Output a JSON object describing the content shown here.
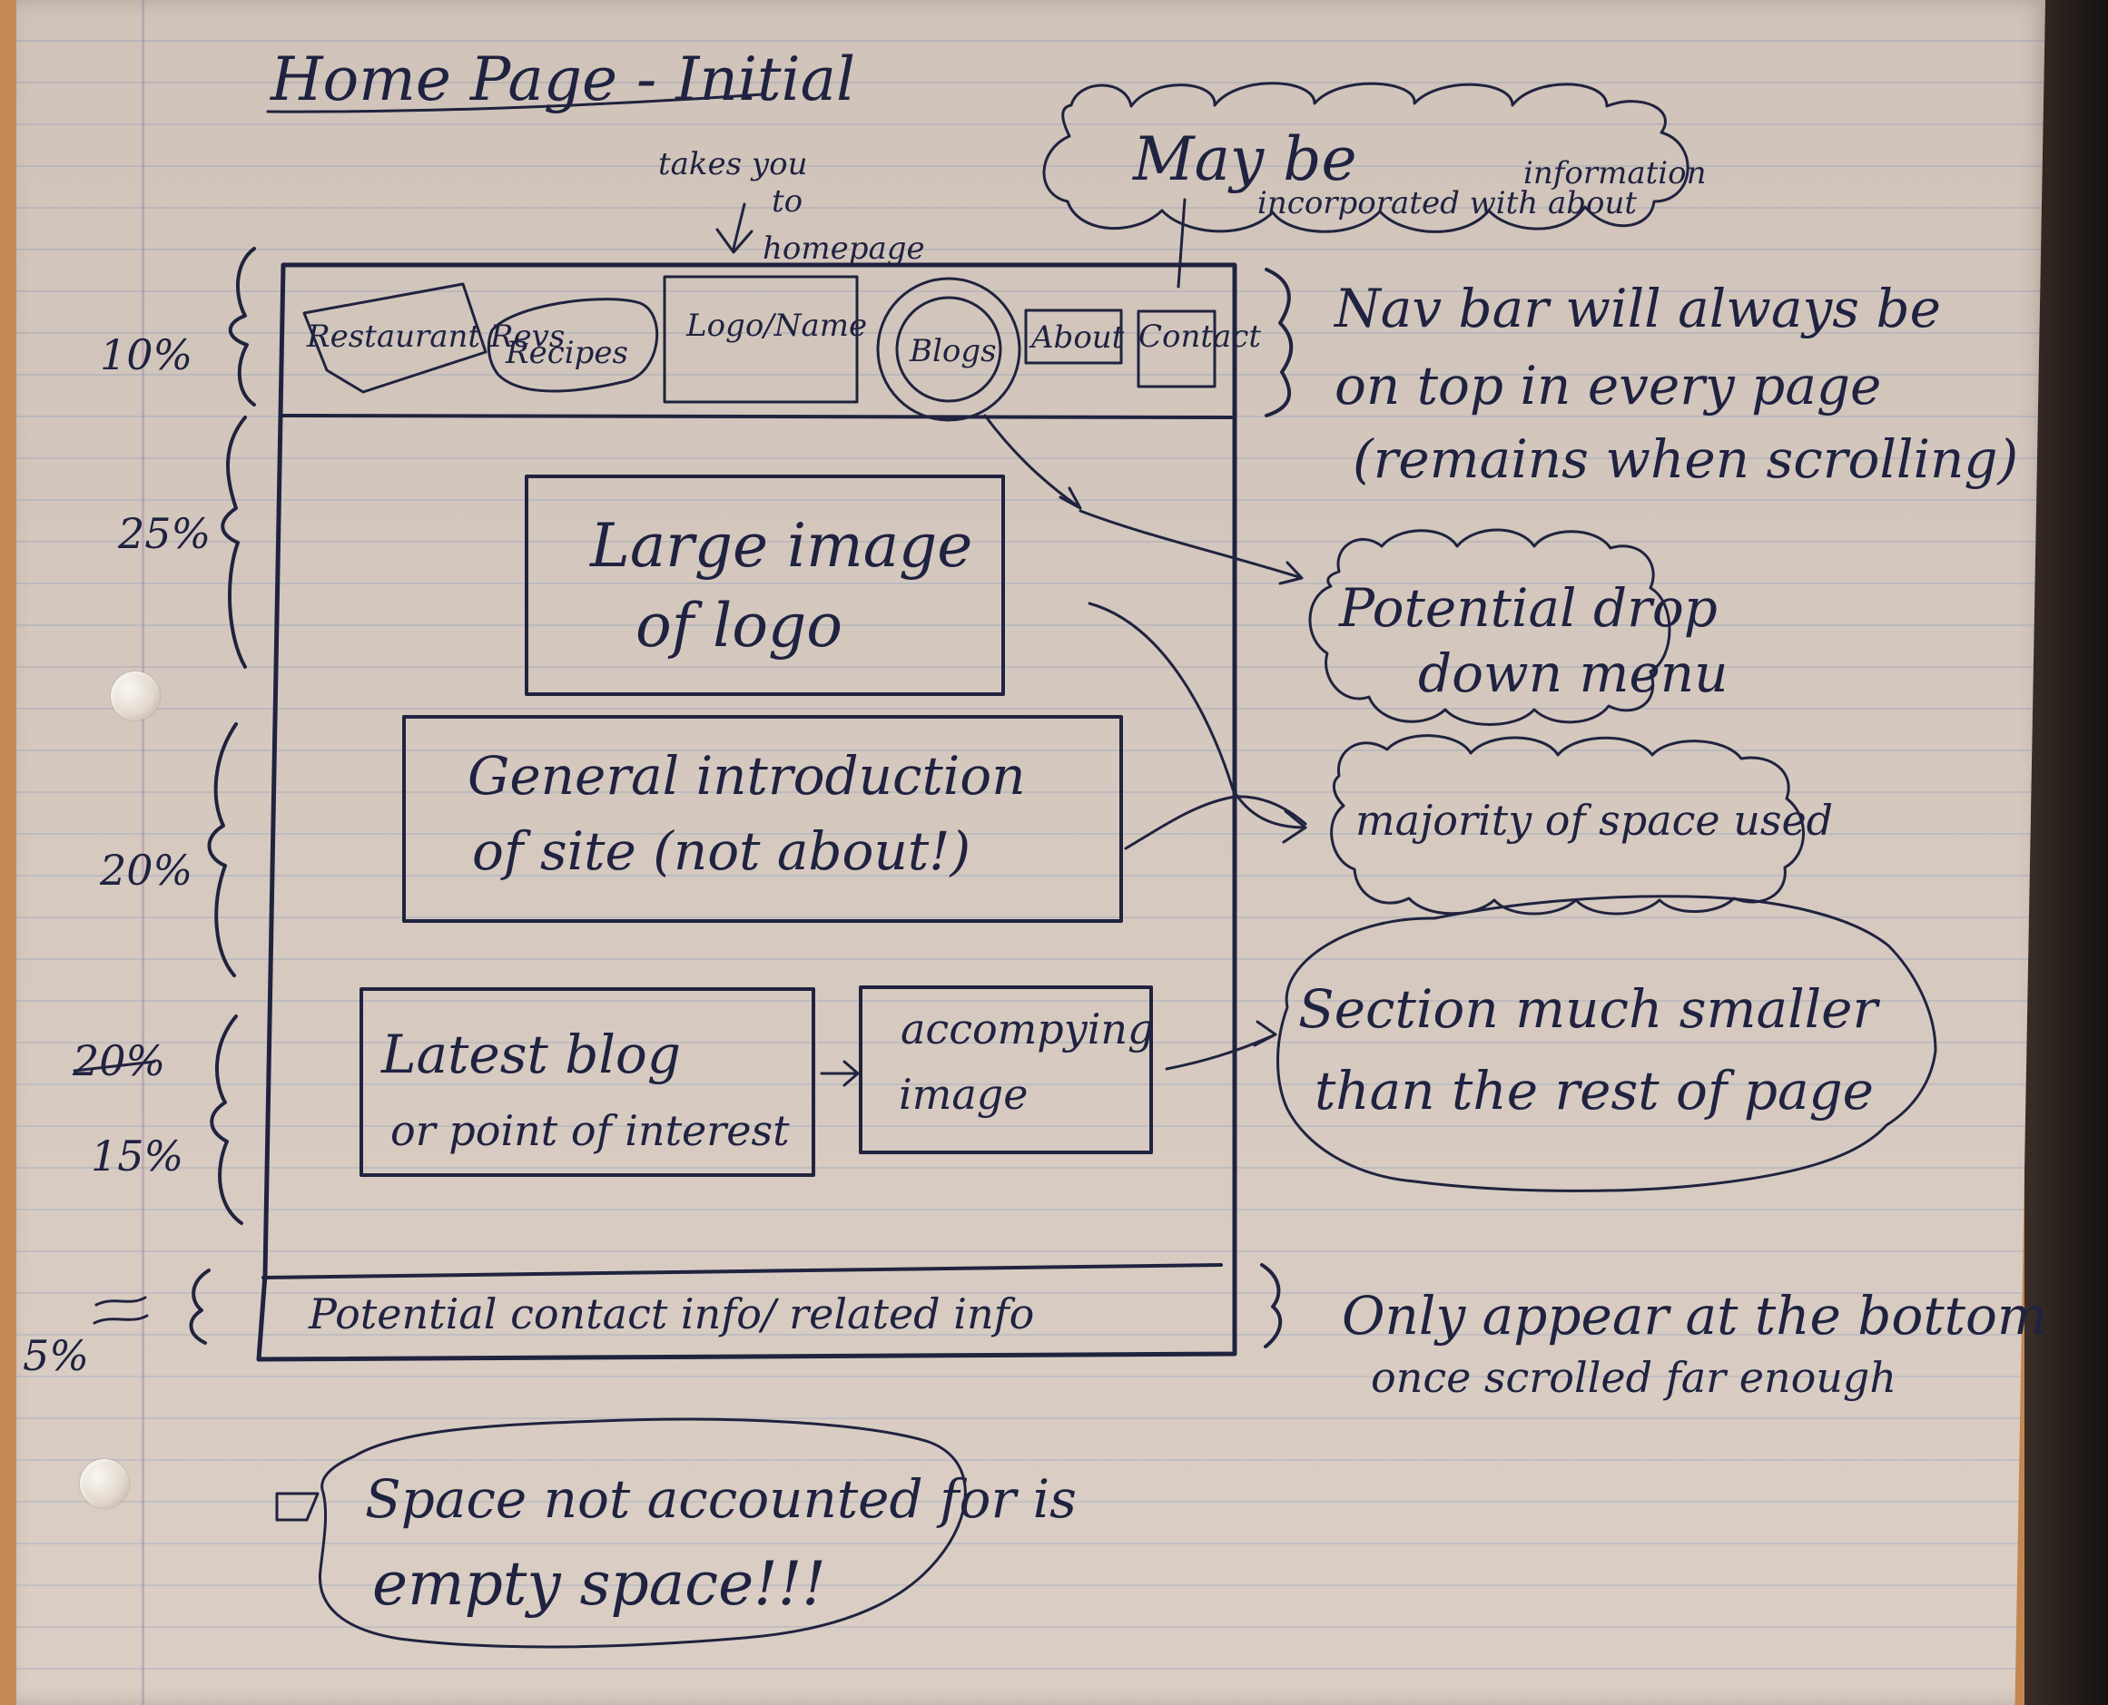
{
  "sketch": {
    "title": "Home Page - Initial",
    "top_note": {
      "line1": "takes you",
      "line2": "to",
      "line3": "homepage"
    },
    "cloud_top": {
      "line1": "May be",
      "line2": "incorporated with about",
      "line3": "information"
    },
    "nav": {
      "items": [
        "Restaurant Revs",
        "Recipes",
        "Logo/Name",
        "Blogs",
        "About",
        "Contact"
      ],
      "note_line1": "Nav bar will always be",
      "note_line2": "on top in every page",
      "note_line3": "(remains when scrolling)"
    },
    "percentages": {
      "nav": "10%",
      "hero": "25%",
      "intro": "20%",
      "blog_old": "20%",
      "blog_new": "15%",
      "footer": "5%"
    },
    "sections": {
      "hero_line1": "Large image",
      "hero_line2": "of logo",
      "intro_line1": "General introduction",
      "intro_line2": "of site (not about!)",
      "blog_line1": "Latest blog",
      "blog_line2": "or point of interest",
      "image_line1": "accompying",
      "image_line2": "image",
      "footer_text": "Potential contact info/ related info"
    },
    "notes": {
      "dropdown_line1": "Potential drop",
      "dropdown_line2": "down menu",
      "majority": "majority of space used",
      "smaller_line1": "Section much smaller",
      "smaller_line2": "than the rest of page",
      "footer_line1": "Only appear at the bottom",
      "footer_line2": "once scrolled far enough",
      "empty_line1": "Space not accounted for is",
      "empty_line2": "empty space!!!"
    }
  }
}
